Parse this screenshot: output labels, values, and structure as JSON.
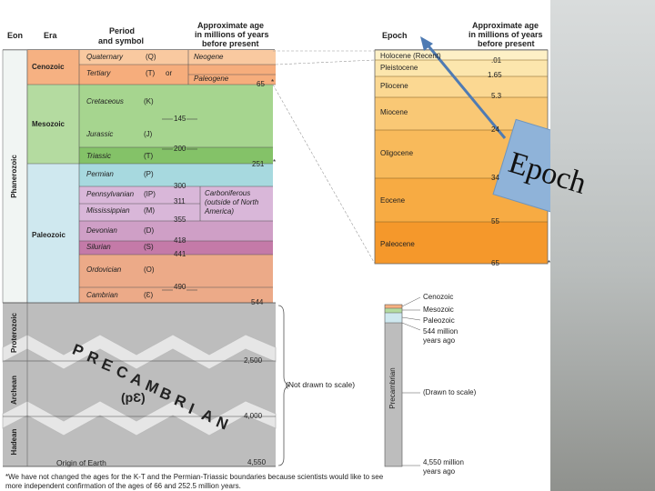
{
  "header": {
    "eon": "Eon",
    "era": "Era",
    "period_line1": "Period",
    "period_line2": "and symbol",
    "age_line1": "Approximate age",
    "age_line2": "in millions of years",
    "age_line3": "before present",
    "epoch": "Epoch"
  },
  "eons": {
    "phanerozoic": "Phanerozoic",
    "proterozoic": "Proterozoic",
    "archean": "Archean",
    "hadean": "Hadean"
  },
  "eras": {
    "cenozoic": "Cenozoic",
    "mesozoic": "Mesozoic",
    "paleozoic": "Paleozoic"
  },
  "periods": [
    {
      "name": "Quaternary",
      "symbol": "(Q)"
    },
    {
      "name": "Tertiary",
      "symbol": "(T)",
      "extra": "or"
    },
    {
      "name": "Cretaceous",
      "symbol": "(K)"
    },
    {
      "name": "Jurassic",
      "symbol": "(J)"
    },
    {
      "name": "Triassic",
      "symbol": "(Ƭ)"
    },
    {
      "name": "Permian",
      "symbol": "(P)"
    },
    {
      "name": "Pennsylvanian",
      "symbol": "(IP)"
    },
    {
      "name": "Mississippian",
      "symbol": "(M)"
    },
    {
      "name": "Devonian",
      "symbol": "(D)"
    },
    {
      "name": "Silurian",
      "symbol": "(S)"
    },
    {
      "name": "Ordovician",
      "symbol": "(O)"
    },
    {
      "name": "Cambrian",
      "symbol": "(Ɛ)"
    }
  ],
  "tertiary_subdivisions": {
    "neogene": "Neogene",
    "paleogene": "Paleogene"
  },
  "carboniferous": {
    "line1": "Carboniferous",
    "line2": "(outside of North",
    "line3": "America)"
  },
  "ages": {
    "a65": "65",
    "a145": "145",
    "a200": "200",
    "a251": "251",
    "a300": "300",
    "a311": "311",
    "a355": "355",
    "a418": "418",
    "a441": "441",
    "a490": "490",
    "a544": "544",
    "a2500": "2,500",
    "a4000": "4,000",
    "a4550": "4,550"
  },
  "asterisk": "*",
  "precambrian": {
    "letters": [
      "P",
      "R",
      "E",
      "C",
      "A",
      "M",
      "B",
      "R",
      "I",
      "A",
      "N"
    ],
    "symbol": "(pƐ)"
  },
  "not_to_scale": "(Not drawn to scale)",
  "origin": "Origin of Earth",
  "epochs": [
    {
      "name": "Holocene (Recent)",
      "end": ".01"
    },
    {
      "name": "Pleistocene",
      "end": "1.65"
    },
    {
      "name": "Pliocene",
      "end": "5.3"
    },
    {
      "name": "Miocene",
      "end": "24"
    },
    {
      "name": "Oligocene",
      "end": "34"
    },
    {
      "name": "Eocene",
      "end": "55"
    },
    {
      "name": "Paleocene",
      "end": "65"
    }
  ],
  "scale_column": {
    "cenozoic": "Cenozoic",
    "mesozoic": "Mesozoic",
    "paleozoic": "Paleozoic",
    "ma544_line1": "544 million",
    "ma544_line2": "years ago",
    "precambrian": "Precambrian",
    "drawn_to_scale": "(Drawn to scale)",
    "ma4550_line1": "4,550 million",
    "ma4550_line2": "years ago"
  },
  "overlay_label": "Epoch",
  "footnote": {
    "line1": "*We have not changed the ages for the K-T and the Permian-Triassic boundaries because scientists would like to see",
    "line2": "more independent confirmation of the ages of 66 and 252.5 million years."
  },
  "colors": {
    "cenozoic": "#f6b182",
    "quaternary": "#f9c9a0",
    "mesozoic": "#b4dba0",
    "triassic": "#84c268",
    "paleozoic": "#cfe8ef",
    "permian": "#a7d9df",
    "carboniferous": "#d9b7d9",
    "devonian": "#cf9fc6",
    "silurian": "#c47aa8",
    "ordovician_cambrian": "#ecaa88",
    "precambrian": "#bdbdbd",
    "overlay": "#8fb3d9"
  }
}
